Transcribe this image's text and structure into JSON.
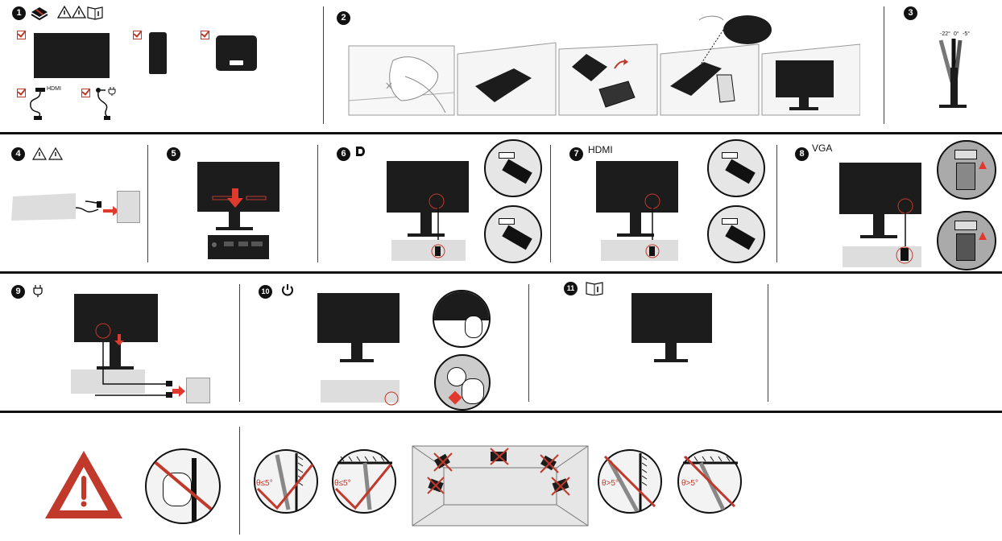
{
  "steps": {
    "s1": "1",
    "s2": "2",
    "s3": "3",
    "s4": "4",
    "s5": "5",
    "s6": "6",
    "s7": "7",
    "s8": "8",
    "s9": "9",
    "s10": "10",
    "s11": "11"
  },
  "labels": {
    "hdmi_cable": "HDMI",
    "hdmi_step": "HDMI",
    "vga_step": "VGA",
    "tilt_left": "-22°",
    "tilt_mid": "0°",
    "tilt_right": "-5°",
    "angle_ok_1": "θ≤5°",
    "angle_ok_2": "θ≤5°",
    "angle_bad_1": "θ>5°",
    "angle_bad_2": "θ>5°"
  },
  "icons": {
    "warning": "warning-triangle-icon",
    "manual": "book-info-icon",
    "power": "power-icon",
    "plug": "plug-icon",
    "displayport": "displayport-icon"
  },
  "colors": {
    "accent_red": "#c0392b",
    "ink": "#111111",
    "wall_gray": "#dddddd"
  }
}
